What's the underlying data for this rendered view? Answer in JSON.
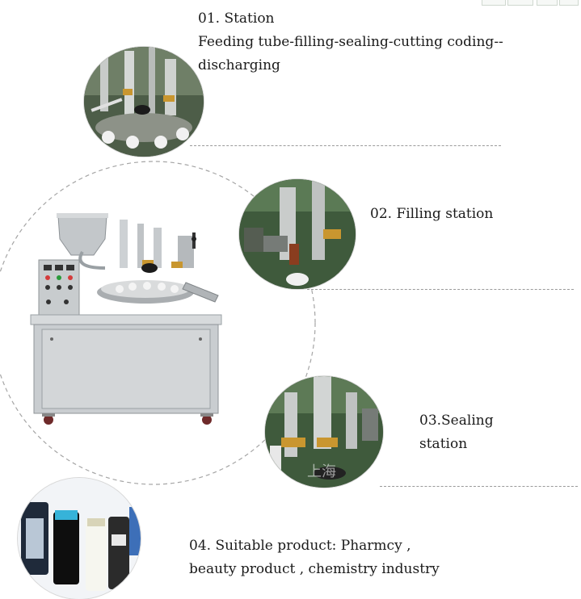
{
  "sections": [
    {
      "title": "01. Station",
      "lines": [
        "Feeding tube-filling-sealing-cutting coding--",
        "discharging"
      ]
    },
    {
      "title": "02. Filling station"
    },
    {
      "title_lines": [
        "03.Sealing",
        "station"
      ]
    },
    {
      "lines": [
        "04. Suitable product: Pharmcy ,",
        "beauty product , chemistry industry"
      ]
    }
  ],
  "watermark": "上海",
  "colors": {
    "machine_steel": "#c9cdd0",
    "photo_green": "#3f5a3c",
    "dashed": "#9a9a9a",
    "text": "#1a1a1a"
  }
}
